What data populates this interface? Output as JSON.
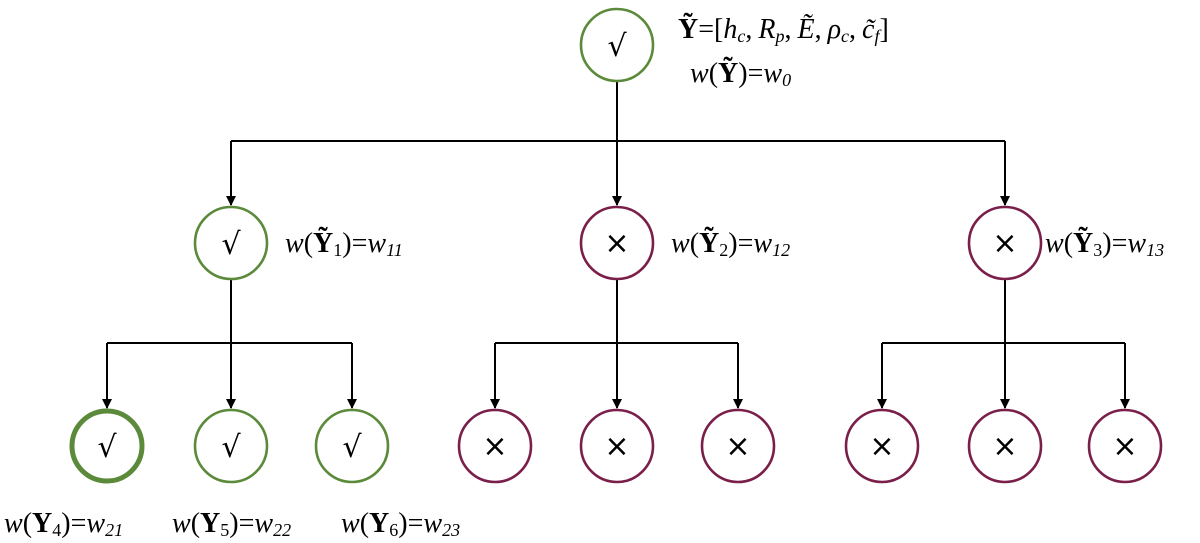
{
  "colors": {
    "accepted": "#5a8a3a",
    "rejected": "#7a1f4a",
    "line": "#000000"
  },
  "marks": {
    "accepted": "√",
    "rejected": "×"
  },
  "root": {
    "status": "accepted",
    "vector_line": {
      "symbol": "Ỹ",
      "eq": "=[",
      "h": "h",
      "h_sub": "c",
      "sep1": ",",
      "R": "R",
      "R_sub": "p",
      "sep2": ",",
      "E": "Ẽ",
      "sep3": ",",
      "rho": "ρ",
      "rho_sub": "c",
      "sep4": ",",
      "c": "c̃",
      "c_sub": "f",
      "close": "]"
    },
    "weight": {
      "w": "w",
      "lp": "(",
      "Y": "Ỹ",
      "rp": ")",
      "eq": "=",
      "rhs": "w",
      "rhs_sub": "0"
    }
  },
  "level1": [
    {
      "status": "accepted",
      "weight": {
        "w": "w",
        "lp": "(",
        "Y": "Ỹ",
        "sub": "1",
        "rp": ")",
        "eq": "=",
        "rhs": "w",
        "rhs_sub": "11"
      }
    },
    {
      "status": "rejected",
      "weight": {
        "w": "w",
        "lp": "(",
        "Y": "Ỹ",
        "sub": "2",
        "rp": ")",
        "eq": "=",
        "rhs": "w",
        "rhs_sub": "12"
      }
    },
    {
      "status": "rejected",
      "weight": {
        "w": "w",
        "lp": "(",
        "Y": "Ỹ",
        "sub": "3",
        "rp": ")",
        "eq": "=",
        "rhs": "w",
        "rhs_sub": "13"
      }
    }
  ],
  "level2": [
    {
      "status": "accepted",
      "emphasis": true,
      "weight": {
        "w": "w",
        "lp": "(",
        "Y": "Y",
        "sub": "4",
        "rp": ")",
        "eq": "=",
        "rhs": "w",
        "rhs_sub": "21"
      }
    },
    {
      "status": "accepted",
      "weight": {
        "w": "w",
        "lp": "(",
        "Y": "Y",
        "sub": "5",
        "rp": ")",
        "eq": "=",
        "rhs": "w",
        "rhs_sub": "22"
      }
    },
    {
      "status": "accepted",
      "weight": {
        "w": "w",
        "lp": "(",
        "Y": "Y",
        "sub": "6",
        "rp": ")",
        "eq": "=",
        "rhs": "w",
        "rhs_sub": "23"
      }
    },
    {
      "status": "rejected"
    },
    {
      "status": "rejected"
    },
    {
      "status": "rejected"
    },
    {
      "status": "rejected"
    },
    {
      "status": "rejected"
    },
    {
      "status": "rejected"
    }
  ]
}
